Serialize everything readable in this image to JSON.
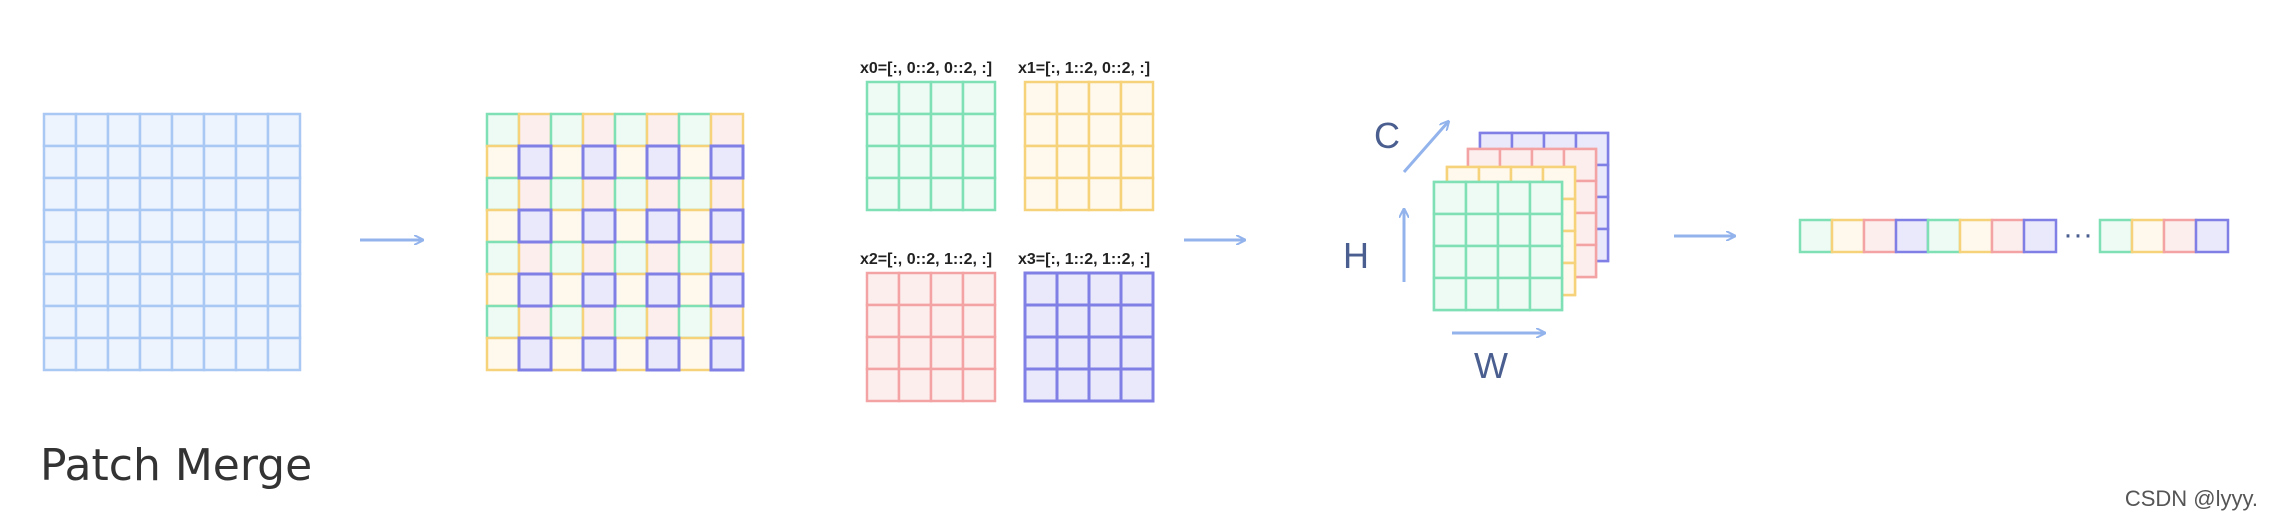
{
  "labels": {
    "x0": "x0=[:, 0::2, 0::2, :]",
    "x1": "x1=[:, 1::2, 0::2, :]",
    "x2": "x2=[:, 0::2, 1::2, :]",
    "x3": "x3=[:, 1::2, 1::2, :]"
  },
  "axes": {
    "c": "C",
    "h": "H",
    "w": "W"
  },
  "ellipsis": "···",
  "caption": "Patch Merge",
  "credit": "CSDN @lyyy.",
  "colors": {
    "blue_light": "#a9c8f4",
    "blue_fill": "#eef4fd",
    "green": "#7fe0b5",
    "green_fill": "#eefbf5",
    "yellow": "#f6d27a",
    "yellow_fill": "#fef9ec",
    "red": "#f3a3a3",
    "red_fill": "#fdeeee",
    "purple": "#7f7fe6",
    "purple_fill": "#e9e9fb",
    "arrow": "#93b3ec",
    "axis_text": "#4a5f8f",
    "label_text": "#222222"
  }
}
